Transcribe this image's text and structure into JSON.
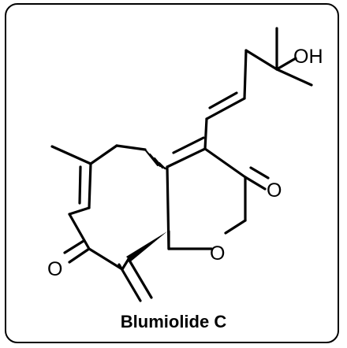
{
  "compound": {
    "name": "Blumiolide C",
    "atom_labels": {
      "hydroxyl": "OH",
      "ketone_oxygen": "O",
      "carbonyl_oxygen": "O",
      "ring_oxygen": "O"
    }
  }
}
